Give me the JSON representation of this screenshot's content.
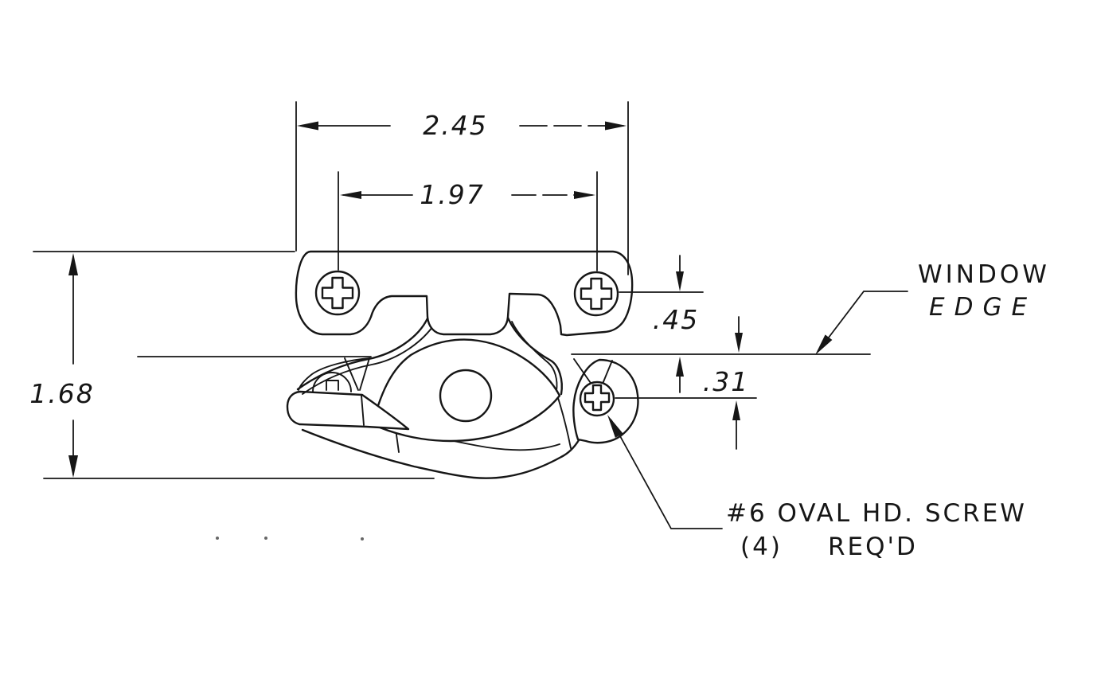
{
  "drawing": {
    "type": "technical-drawing",
    "subject": "window sash lock installation drawing",
    "colors": {
      "ink": "#161616",
      "paper": "#ffffff"
    },
    "dimensions": {
      "overall_width": "2.45",
      "screw_spacing": "1.97",
      "overall_height": "1.68",
      "keeper_offset": ".45",
      "edge_offset": ".31"
    },
    "labels": {
      "window_edge_1": "WINDOW",
      "window_edge_2": "EDGE",
      "note_1": "#6 OVAL HD. SCREW",
      "note_qty": "(4)",
      "note_reqd": "REQ'D"
    }
  }
}
